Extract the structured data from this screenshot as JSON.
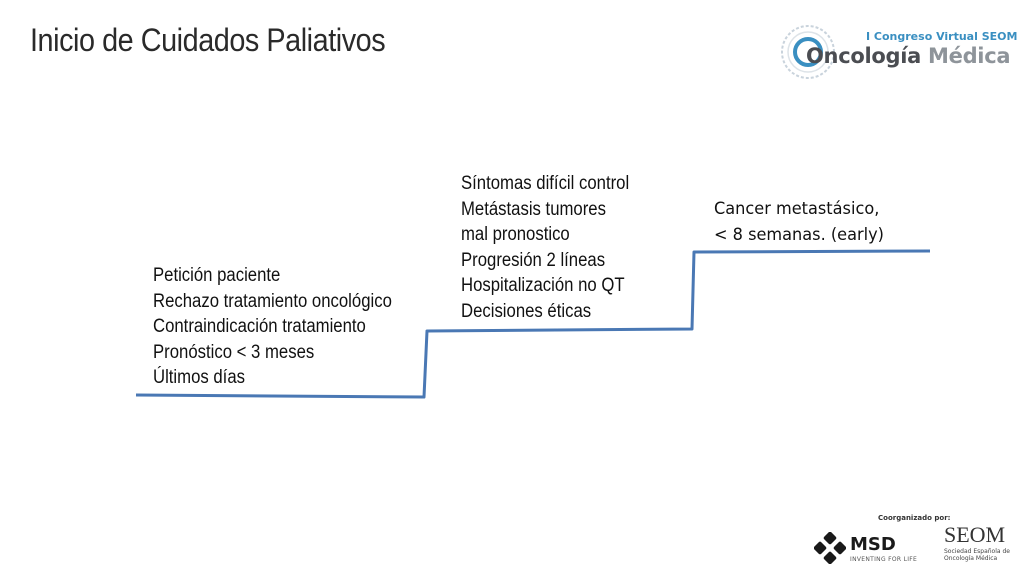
{
  "slide": {
    "title": "Inicio de Cuidados Paliativos"
  },
  "steps": [
    {
      "lines": [
        "Petición paciente",
        "Rechazo tratamiento oncológico",
        "Contraindicación tratamiento",
        "Pronóstico < 3 meses",
        "Últimos días"
      ]
    },
    {
      "lines": [
        "Síntomas difícil control",
        "Metástasis tumores",
        "mal pronostico",
        "Progresión 2 líneas",
        "Hospitalización no QT",
        "Decisiones éticas"
      ]
    },
    {
      "lines": [
        "Cancer metastásico,",
        "< 8 semanas. (early)"
      ]
    }
  ],
  "colors": {
    "staircase": "#4a78b4",
    "title": "#2a2a2a"
  },
  "congress_logo": {
    "top_line": "I Congreso Virtual SEOM",
    "word1": "Oncología",
    "word2": "Médica"
  },
  "sponsors": {
    "coorganized_label": "Coorganizado por:",
    "msd_name": "MSD",
    "msd_tagline": "INVENTING FOR LIFE",
    "seom_name": "SEOM",
    "seom_subtitle": "Sociedad Española de Oncología Médica"
  }
}
